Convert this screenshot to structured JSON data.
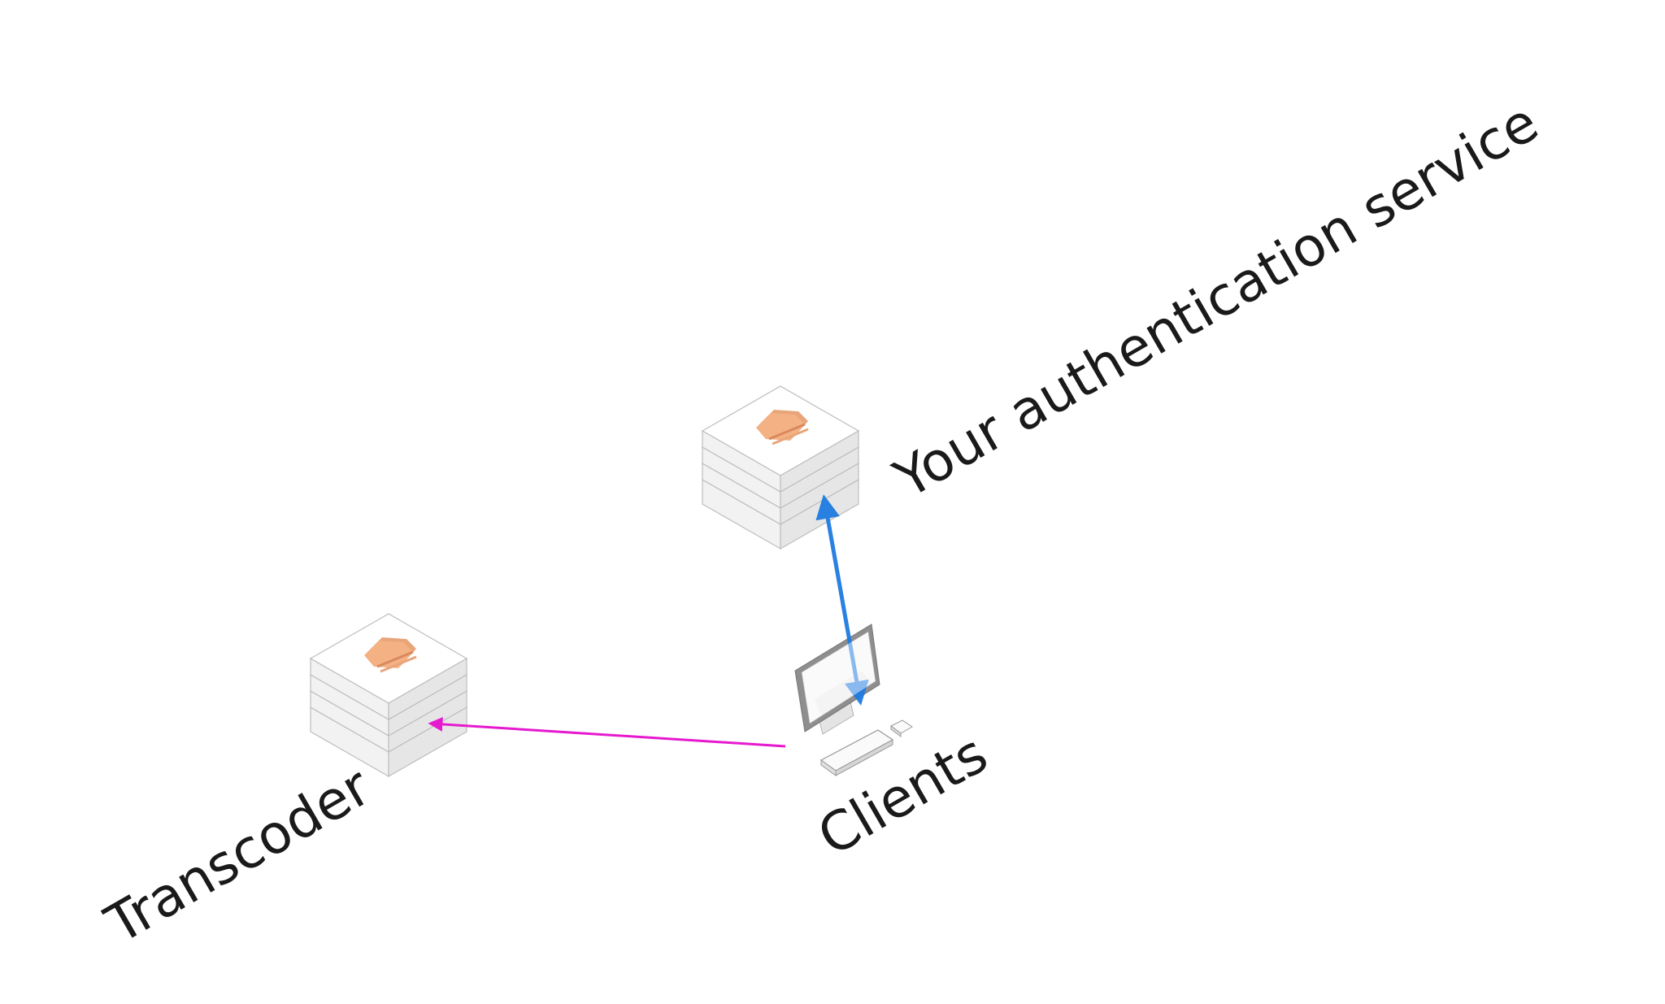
{
  "nodes": {
    "auth": {
      "label": "Your authentication service",
      "icon": "server-stack-icon"
    },
    "transcoder": {
      "label": "Transcoder",
      "icon": "server-stack-icon"
    },
    "clients": {
      "label": "Clients",
      "icon": "desktop-computer-icon"
    }
  },
  "connections": [
    {
      "from": "clients",
      "to": "auth",
      "style": "bidirectional",
      "color": "#1e7be0"
    },
    {
      "from": "clients",
      "to": "transcoder",
      "style": "one-way",
      "color": "#e619cf"
    }
  ],
  "colors": {
    "server_top": "#ffffff",
    "server_side_left": "#f2f2f2",
    "server_side_right": "#e6e6e6",
    "server_logo": "#f4b184",
    "link_auth": "#1e7be0",
    "link_transcoder": "#e619cf"
  }
}
